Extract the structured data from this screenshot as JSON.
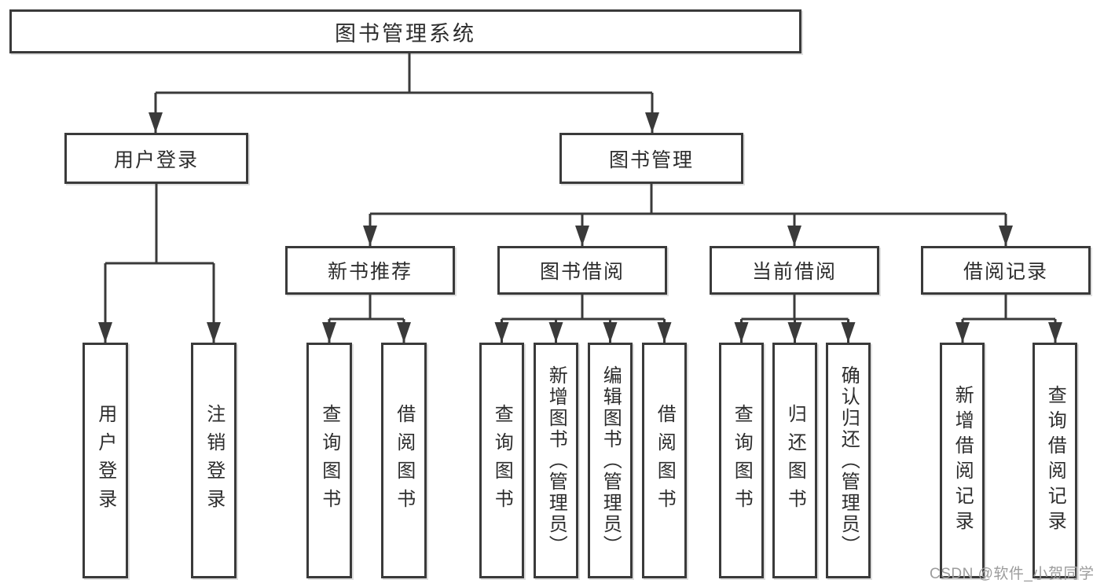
{
  "tree": {
    "root": {
      "label": "图书管理系统",
      "children": [
        {
          "label": "用户登录",
          "children": [
            {
              "label": "用户登录"
            },
            {
              "label": "注销登录"
            }
          ]
        },
        {
          "label": "图书管理",
          "children": [
            {
              "label": "新书推荐",
              "children": [
                {
                  "label": "查询图书"
                },
                {
                  "label": "借阅图书"
                }
              ]
            },
            {
              "label": "图书借阅",
              "children": [
                {
                  "label": "查询图书"
                },
                {
                  "label": "新增图书（管理员）"
                },
                {
                  "label": "编辑图书（管理员）"
                },
                {
                  "label": "借阅图书"
                }
              ]
            },
            {
              "label": "当前借阅",
              "children": [
                {
                  "label": "查询图书"
                },
                {
                  "label": "归还图书"
                },
                {
                  "label": "确认归还（管理员）"
                }
              ]
            },
            {
              "label": "借阅记录",
              "children": [
                {
                  "label": "新增借阅记录"
                },
                {
                  "label": "查询借阅记录"
                }
              ]
            }
          ]
        }
      ]
    }
  },
  "watermark": {
    "text": "CSDN @软件_小贺同学"
  },
  "colors": {
    "line": "#3a3a3a",
    "box_border": "#3a3a3a",
    "text": "#2d2d2d",
    "background": "#ffffff",
    "watermark": "#9c9c9c"
  }
}
